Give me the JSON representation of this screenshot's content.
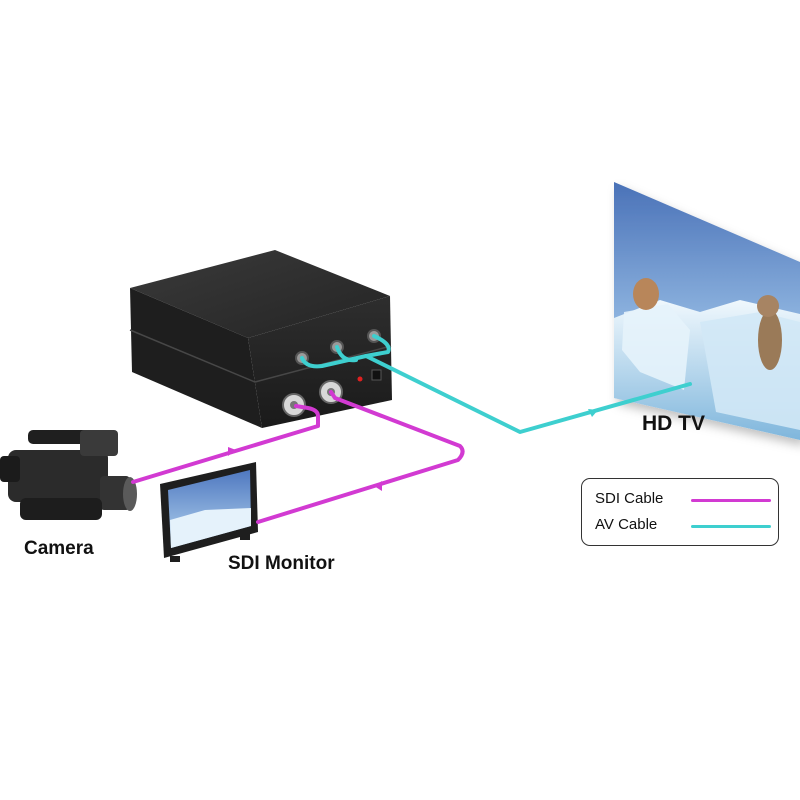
{
  "labels": {
    "camera": "Camera",
    "sdi_monitor": "SDI Monitor",
    "hd_tv": "HD TV"
  },
  "legend": {
    "items": [
      {
        "label": "SDI Cable",
        "color": "#d23ad2"
      },
      {
        "label": "AV Cable",
        "color": "#3ecfcf"
      }
    ]
  },
  "colors": {
    "sdi_cable": "#d23ad2",
    "av_cable": "#3ecfcf",
    "device_body": "#2a2a2a",
    "screen_sky": "#5f8fcc",
    "screen_ice": "#d6ecf7"
  }
}
